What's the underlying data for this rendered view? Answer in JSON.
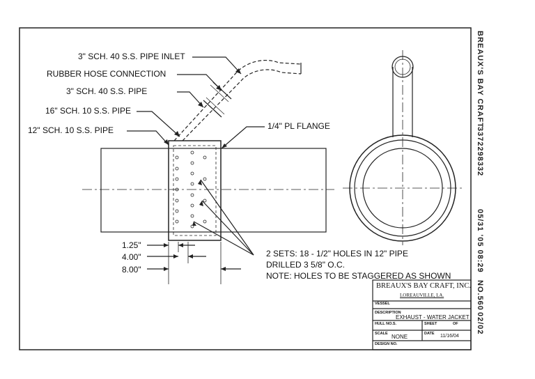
{
  "fax_header": {
    "company": "BREAUX'S BAY CRAFT",
    "phone": "3372298332",
    "date_time": "05/31 '05 08:29",
    "fax_number": "NO.560",
    "page": "02/02"
  },
  "callouts": {
    "pipe_inlet": "3\" SCH. 40 S.S. PIPE INLET",
    "rubber_hose": "RUBBER HOSE CONNECTION",
    "sch40_pipe": "3\" SCH. 40 S.S. PIPE",
    "pipe_16": "16\" SCH. 10 S.S. PIPE",
    "pipe_12": "12\" SCH. 10 S.S. PIPE",
    "flange": "1/4\" PL FLANGE"
  },
  "dimensions": {
    "d1": "1.25\"",
    "d2": "4.00\"",
    "d3": "8.00\""
  },
  "notes": {
    "line1": "2 SETS: 18 - 1/2\" HOLES IN 12\" PIPE",
    "line2": "DRILLED 3 5/8\" O.C.",
    "line3": "NOTE: HOLES TO BE STAGGERED AS SHOWN"
  },
  "title_block": {
    "company": "BREAUX'S BAY CRAFT, INC.",
    "location": "LOREAUVILLE, LA.",
    "vessel_label": "VESSEL",
    "description_label": "DESCRIPTION",
    "description": "EXHAUST - WATER JACKET",
    "hull_label": "HULL NO.S.",
    "sheet_label": "SHEET",
    "of_label": "OF",
    "scale_label": "SCALE",
    "scale": "NONE",
    "date_label": "DATE",
    "date": "11/16/04",
    "design_label": "DESIGN NO."
  }
}
